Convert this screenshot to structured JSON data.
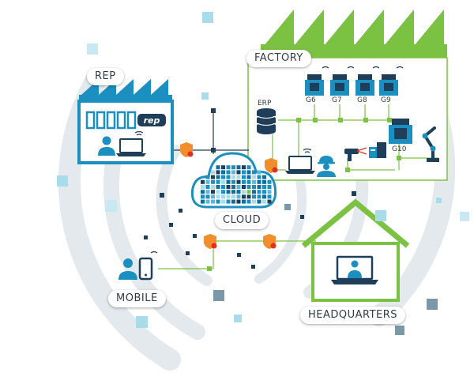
{
  "labels": {
    "rep": "REP",
    "factory": "FACTORY",
    "cloud": "CLOUD",
    "mobile": "MOBILE",
    "headquarters": "HEADQUARTERS",
    "erp": "ERP",
    "rep_logo": "rep"
  },
  "machines": [
    "G6",
    "G7",
    "G8",
    "G9",
    "G10"
  ],
  "colors": {
    "blue": "#1b8fc0",
    "green": "#7cc242",
    "arc": "#e4e9ed",
    "orange": "#f28d2c",
    "red": "#e03024",
    "navy": "#1f3e5a"
  }
}
